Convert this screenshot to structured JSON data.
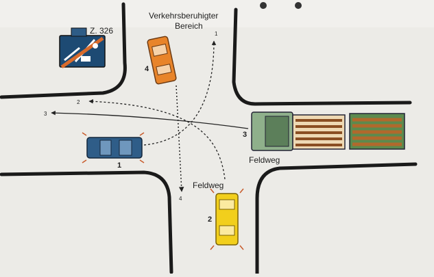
{
  "sign": {
    "label": "Z. 326",
    "zone_text": [
      "Verkehrsberuhigter",
      "Bereich"
    ]
  },
  "roads": {
    "side_road_left": "Feldweg",
    "side_road_right": "Feldweg"
  },
  "vehicles": [
    {
      "id": "1",
      "color": "#2f5d88",
      "label": "1"
    },
    {
      "id": "2",
      "color": "#f2cf1c",
      "label": "2"
    },
    {
      "id": "3",
      "color": "#6f9a6b",
      "label": "3"
    },
    {
      "id": "4",
      "color": "#e8842a",
      "label": "4"
    }
  ],
  "paths": [
    {
      "label": "1"
    },
    {
      "label": "2"
    },
    {
      "label": "3"
    },
    {
      "label": "4"
    }
  ]
}
